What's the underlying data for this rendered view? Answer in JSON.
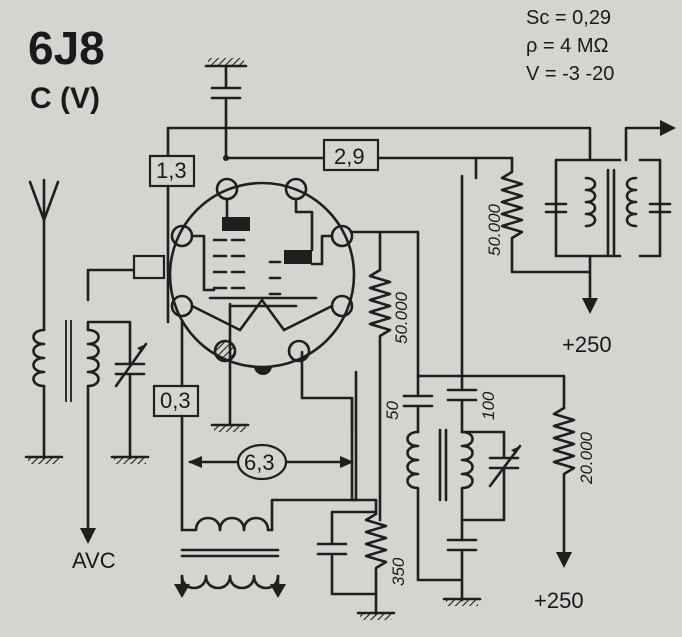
{
  "tube": {
    "name": "6J8",
    "mode": "C (V)"
  },
  "specs": {
    "sc": "Sc = 0,29",
    "rho": "ρ = 4 MΩ",
    "v": "V = -3 -20"
  },
  "labels": {
    "grid_res": "1,3",
    "plate_res": "2,9",
    "heater_res": "0,3",
    "heater_volt": "6,3",
    "avc": "AVC",
    "plate_supply": "+250",
    "osc_supply": "+250"
  },
  "components": {
    "r_plate": "50.000",
    "r_osc": "50.000",
    "r_cathode": "350",
    "r_load": "20.000",
    "c_50": "50",
    "c_100": "100"
  }
}
